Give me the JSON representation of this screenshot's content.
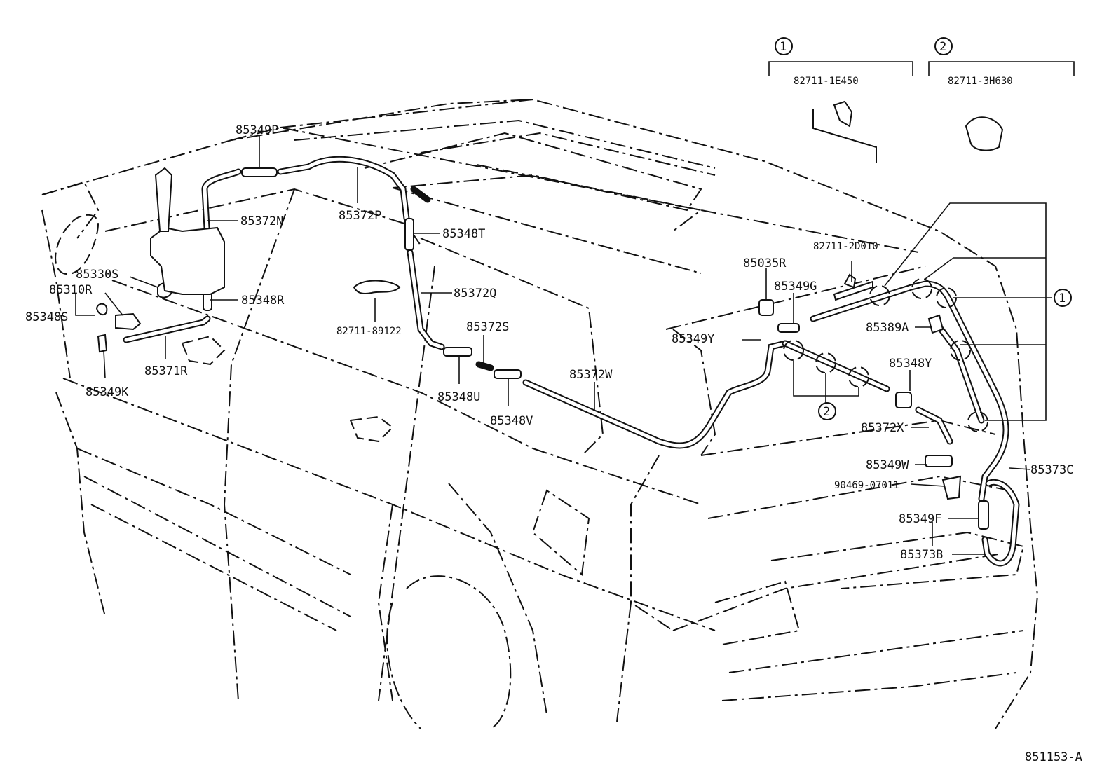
{
  "diagram": {
    "figure_code": "851153-A",
    "legend": {
      "bracket_1": {
        "number": "1",
        "part": "82711-1E450"
      },
      "bracket_2": {
        "number": "2",
        "part": "82711-3H630"
      }
    },
    "callout_1": "1",
    "callout_2": "2",
    "labels": {
      "p85349P": "85349P",
      "p85372N": "85372N",
      "p85372P": "85372P",
      "p85348T": "85348T",
      "p85330S": "85330S",
      "p85310R": "85310R",
      "p85348S": "85348S",
      "p85348R": "85348R",
      "p85349K": "85349K",
      "p85371R": "85371R",
      "p85372Q": "85372Q",
      "p82711_89122": "82711-89122",
      "p85372S": "85372S",
      "p85348U": "85348U",
      "p85348V": "85348V",
      "p85372W": "85372W",
      "p82711_2D010": "82711-2D010",
      "p85035R": "85035R",
      "p85349G": "85349G",
      "p85349Y": "85349Y",
      "p85389A": "85389A",
      "p85348Y": "85348Y",
      "p85372X": "85372X",
      "p85349W": "85349W",
      "p90469_07011": "90469-07011",
      "p85373C": "85373C",
      "p85349F": "85349F",
      "p85373B": "85373B"
    }
  }
}
